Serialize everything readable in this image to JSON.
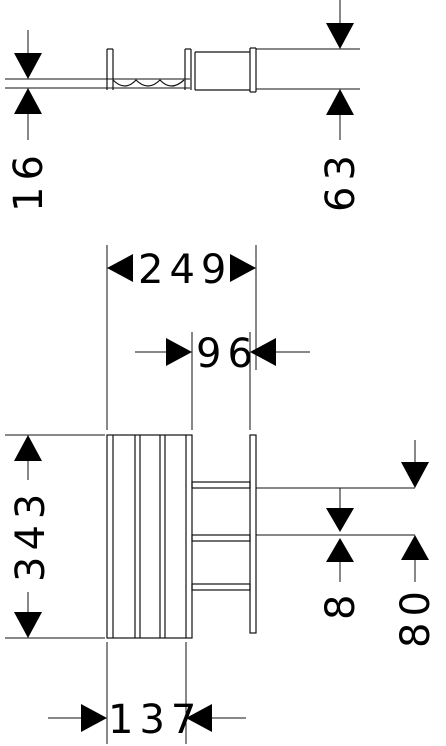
{
  "drawing": {
    "side_view": {
      "dim_left": "16",
      "dim_right": "63"
    },
    "front_view": {
      "dim_top_width": "249",
      "dim_inner_width": "96",
      "dim_height": "343",
      "dim_bottom_width": "137",
      "dim_bar_thickness": "8",
      "dim_bar_spacing": "80"
    }
  }
}
